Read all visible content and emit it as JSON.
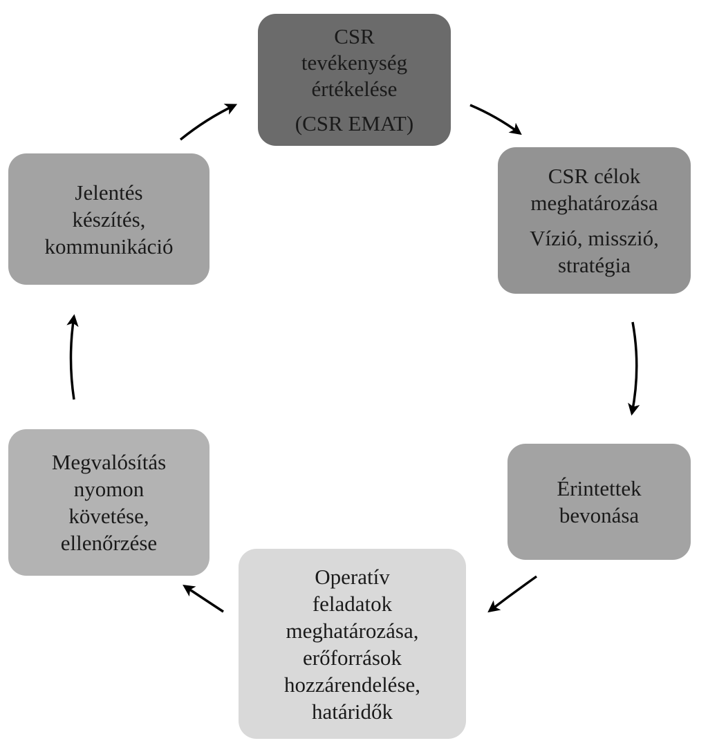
{
  "diagram": {
    "nodes": {
      "top": {
        "lines": [
          "CSR",
          "tevékenység",
          "értékelése"
        ],
        "extra": [
          "(CSR EMAT)"
        ]
      },
      "right": {
        "lines": [
          "CSR célok",
          "meghatározása"
        ],
        "extra": [
          "Vízió, misszió,",
          "stratégia"
        ]
      },
      "br": {
        "lines": [
          "Érintettek",
          "bevonása"
        ]
      },
      "bottom": {
        "lines": [
          "Operatív",
          "feladatok",
          "meghatározása,",
          "erőforrások",
          "hozzárendelése,",
          "határidők"
        ]
      },
      "bl": {
        "lines": [
          "Megvalósítás",
          "nyomon",
          "követése,",
          "ellenőrzése"
        ]
      },
      "left": {
        "lines": [
          "Jelentés",
          "készítés,",
          "kommunikáció"
        ]
      }
    },
    "colors": {
      "top": "#6b6b6b",
      "right": "#939393",
      "br": "#a3a3a3",
      "bottom": "#d9d9d9",
      "bl": "#b3b3b3",
      "left": "#a3a3a3",
      "arrow": "#000000"
    }
  }
}
